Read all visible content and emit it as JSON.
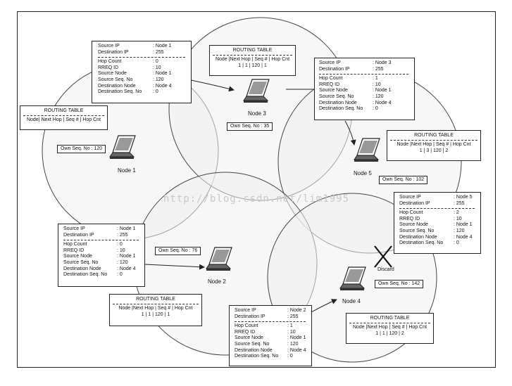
{
  "watermark": "http://blog.csdn.net/lim1995",
  "colors": {
    "line": "#222222",
    "circle_fill": "#f0f0f0",
    "circle_stroke": "#444444",
    "watermark": "#c8c8c8",
    "discard_cross": "#111111"
  },
  "rreq_labels": {
    "source_ip": "Source IP",
    "destination_ip": "Destination IP",
    "hop_count": "Hop Count",
    "rreq_id": "RREQ ID",
    "source_node": "Source Node",
    "source_seq_no": "Source Seq. No",
    "destination_node": "Destination Node",
    "destination_seq_no": "Destination Seq. No"
  },
  "rreq_packets": [
    {
      "id": "node1-rreq",
      "source_ip": ": Node 1",
      "destination_ip": ": 255",
      "hop_count": ": 0",
      "rreq_id": ": 10",
      "source_node": ": Node 1",
      "source_seq_no": ": 120",
      "destination_node": ": Node 4",
      "destination_seq_no": ": 0"
    },
    {
      "id": "node3-rreq",
      "source_ip": ": Node 3",
      "destination_ip": ": 255",
      "hop_count": ": 1",
      "rreq_id": ": 10",
      "source_node": ": Node 1",
      "source_seq_no": ": 120",
      "destination_node": ": Node 4",
      "destination_seq_no": ": 0"
    },
    {
      "id": "node1-rreq-2",
      "source_ip": ": Node 1",
      "destination_ip": ": 255",
      "hop_count": ": 0",
      "rreq_id": ": 10",
      "source_node": ": Node 1",
      "source_seq_no": ": 120",
      "destination_node": ": Node 4",
      "destination_seq_no": ": 0"
    },
    {
      "id": "node5-rreq",
      "source_ip": ": Node 5",
      "destination_ip": ": 255",
      "hop_count": ": 2",
      "rreq_id": ": 10",
      "source_node": ": Node 1",
      "source_seq_no": ": 120",
      "destination_node": ": Node 4",
      "destination_seq_no": ": 0"
    },
    {
      "id": "node2-rreq",
      "source_ip": ": Node 2",
      "destination_ip": ": 255",
      "hop_count": ": 1",
      "rreq_id": ": 10",
      "source_node": ": Node 1",
      "source_seq_no": ": 120",
      "destination_node": ": Node 4",
      "destination_seq_no": ": 0"
    }
  ],
  "routing_tables": [
    {
      "id": "rt-node1",
      "title": "ROUTING TABLE",
      "header": "Node| Next Hop | Seq # | Hop Cnt",
      "values": ""
    },
    {
      "id": "rt-node3",
      "title": "ROUTING TABLE",
      "header": "Node |Next Hop | Seq # | Hop Cnt",
      "values": "1    |    1    |  120  |   1"
    },
    {
      "id": "rt-node5",
      "title": "ROUTING TABLE",
      "header": "Node |Next Hop | Seq # | Hop Cnt",
      "values": "1    |    3    |  120  |   2"
    },
    {
      "id": "rt-node2",
      "title": "ROUTING TABLE",
      "header": "Node |Next Hop | Seq # | Hop Cnt",
      "values": "1    |    1    |  120  |   1"
    },
    {
      "id": "rt-node4",
      "title": "ROUTING TABLE",
      "header": "Node |Next Hop | Seq # | Hop Cnt",
      "values": "1    |    1    |  120  |   2"
    }
  ],
  "own_seq": {
    "node1": "Own Seq. No : 120",
    "node3": "Own Seq. No : 35",
    "node5": "Own Seq. No : 102",
    "node2": "Own Seq. No : 76",
    "node4": "Own Seq. No : 142"
  },
  "nodes": {
    "node1": "Node 1",
    "node2": "Node 2",
    "node3": "Node 3",
    "node4": "Node 4",
    "node5": "Node 5"
  },
  "discard_label": "Discard",
  "icons": {
    "node": "laptop-icon",
    "discard": "discard-cross-icon"
  }
}
